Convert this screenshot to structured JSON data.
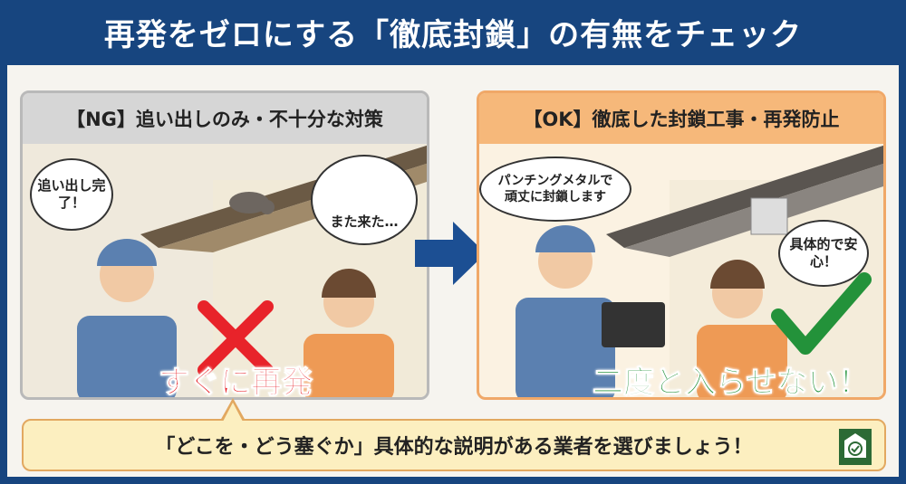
{
  "title": "再発をゼロにする「徹底封鎖」の有無をチェック",
  "ng_panel": {
    "header": "【NG】追い出しのみ・不十分な対策",
    "worker_speech": "追い出し完了！",
    "resident_thought": "また来た…",
    "result": "すぐに再発",
    "result_color": "#e8232a",
    "mark": "x-mark"
  },
  "ok_panel": {
    "header": "【OK】徹底した封鎖工事・再発防止",
    "worker_speech": "パンチングメタルで頑丈に封鎖します",
    "resident_speech": "具体的で安心！",
    "result": "二度と入らせない！",
    "result_color": "#23923a",
    "mark": "check-mark"
  },
  "bottom_message": "「どこを・どう塞ぐか」具体的な説明がある業者を選びましょう！",
  "colors": {
    "frame": "#17457f",
    "arrow": "#1c4f93",
    "ok_accent": "#f6b87a",
    "ng_header": "#d6d6d6"
  }
}
